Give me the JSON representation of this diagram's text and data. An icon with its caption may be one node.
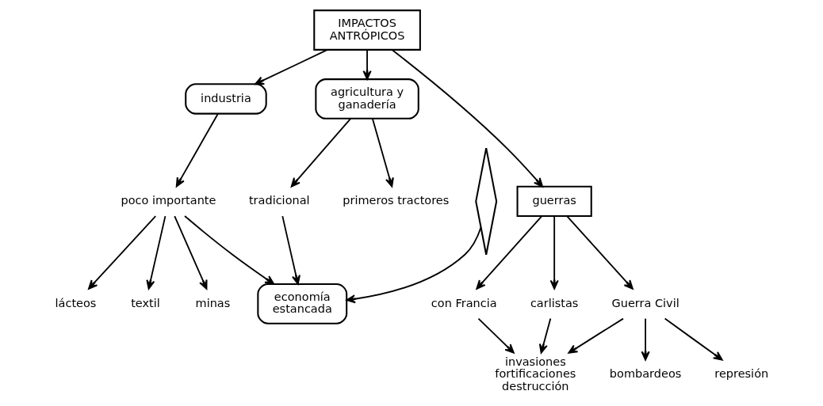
{
  "diagram": {
    "nodes": [
      {
        "text": [
          "IMPACTOS ANTRÓPICOS"
        ]
      },
      {
        "text": [
          "industria"
        ]
      },
      {
        "text": [
          "agricultura y ganadería"
        ]
      },
      {
        "text": [
          "poco importante"
        ]
      },
      {
        "text": [
          "lácteos"
        ]
      },
      {
        "text": [
          "textil"
        ]
      },
      {
        "text": [
          "minas"
        ]
      },
      {
        "text": [
          "guerras"
        ]
      },
      {
        "text": [
          "tradicional"
        ]
      },
      {
        "text": [
          "primeros tractores"
        ]
      },
      {
        "text": [
          "con Francia"
        ]
      },
      {
        "text": [
          "carlistas"
        ]
      },
      {
        "text": [
          "Guerra Civil"
        ]
      },
      {
        "text": [
          "invasiones fortificaciones destrucción"
        ]
      },
      {
        "text": [
          "bombardeos"
        ]
      },
      {
        "text": [
          "represión"
        ]
      },
      {
        "text": [],
        "shape": "diamond"
      },
      {
        "text": [
          "economía estancada"
        ]
      }
    ],
    "edges": [
      {
        "from": 0,
        "to": 1,
        "arrow": "to"
      },
      {
        "from": 0,
        "to": 2,
        "arrow": "to"
      },
      {
        "from": 0,
        "to": 7,
        "arrow": "to"
      },
      {
        "from": 1,
        "to": 3,
        "arrow": "to"
      },
      {
        "from": 3,
        "to": 4,
        "arrow": "to"
      },
      {
        "from": 3,
        "to": 5,
        "arrow": "to"
      },
      {
        "from": 3,
        "to": 6,
        "arrow": "to"
      },
      {
        "from": 3,
        "to": 17,
        "arrow": "to"
      },
      {
        "from": 2,
        "to": 8,
        "arrow": "to"
      },
      {
        "from": 2,
        "to": 9,
        "arrow": "to"
      },
      {
        "from": 8,
        "to": 17,
        "arrow": "to"
      },
      {
        "from": 16,
        "to": 17,
        "arrow": "to"
      },
      {
        "from": 7,
        "to": 10,
        "arrow": "to"
      },
      {
        "from": 7,
        "to": 11,
        "arrow": "to"
      },
      {
        "from": 7,
        "to": 12,
        "arrow": "to"
      },
      {
        "from": 10,
        "to": 13,
        "arrow": "to"
      },
      {
        "from": 11,
        "to": 13,
        "arrow": "to"
      },
      {
        "from": 12,
        "to": 13,
        "arrow": "to"
      },
      {
        "from": 12,
        "to": 14,
        "arrow": "to"
      },
      {
        "from": 12,
        "to": 15,
        "arrow": "to"
      }
    ]
  }
}
